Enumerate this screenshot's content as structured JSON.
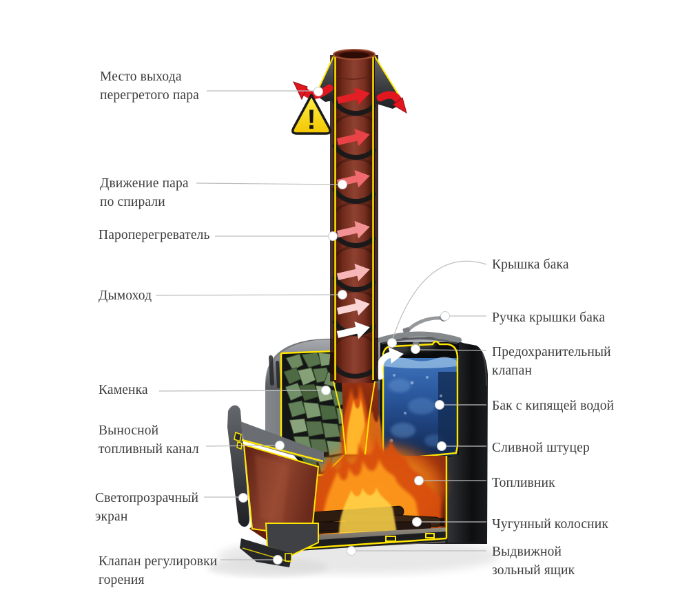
{
  "diagram": {
    "subject": "Схема банной печи в разрезе",
    "labels_left": [
      {
        "id": "steam-exit",
        "text": "Место выхода\nперегретого пара"
      },
      {
        "id": "steam-spiral",
        "text": "Движение пара\nпо спирали"
      },
      {
        "id": "superheater",
        "text": "Пароперегреватель"
      },
      {
        "id": "chimney",
        "text": "Дымоход"
      },
      {
        "id": "stones",
        "text": "Каменка"
      },
      {
        "id": "fuel-channel",
        "text": "Выносной\nтопливный канал"
      },
      {
        "id": "glass-screen",
        "text": "Светопрозрачный\nэкран"
      },
      {
        "id": "combustion-valve",
        "text": "Клапан регулировки\nгорения"
      }
    ],
    "labels_right": [
      {
        "id": "tank-lid",
        "text": "Крышка бака"
      },
      {
        "id": "lid-handle",
        "text": "Ручка крышки бака"
      },
      {
        "id": "safety-valve",
        "text": "Предохранительный\nклапан"
      },
      {
        "id": "water-tank",
        "text": "Бак с кипящей водой"
      },
      {
        "id": "drain-union",
        "text": "Сливной штуцер"
      },
      {
        "id": "firebox",
        "text": "Топливник"
      },
      {
        "id": "grate",
        "text": "Чугунный колосник"
      },
      {
        "id": "ash-box",
        "text": "Выдвижной\nзольный ящик"
      }
    ],
    "warning_icon_glyph": "!",
    "colors": {
      "cut_outline": "#ffe600",
      "steam_hot_arrow": "#e41e25",
      "steam_cool_arrow": "#ffffff",
      "water": "#2c5aa0",
      "stones": "#5f7a54",
      "flame": "#ff9b1c",
      "warning": "#ffd900",
      "label_text": "#3d3d3d",
      "leader_line": "#bdbdbd"
    }
  }
}
